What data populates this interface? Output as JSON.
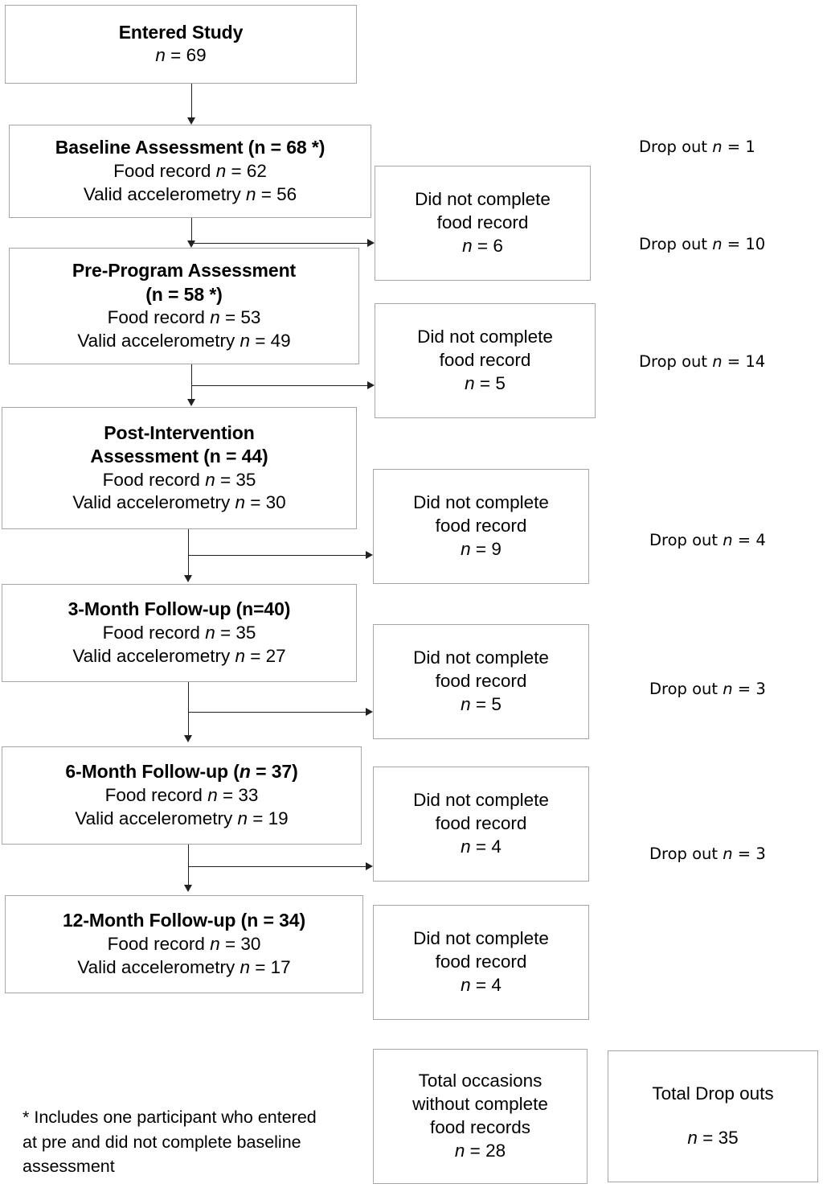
{
  "figure": {
    "type": "flowchart",
    "subject": "Participant flow through study assessments"
  },
  "stages": [
    {
      "id": "entered-study",
      "title": "Entered Study",
      "line2": "n = 69",
      "line3": "",
      "line4": ""
    },
    {
      "id": "baseline-assessment",
      "title": "Baseline Assessment (n = 68 *)",
      "line2": "Food record n = 62",
      "line3": "Valid accelerometry n = 56",
      "line4": ""
    },
    {
      "id": "pre-program-assessment",
      "title": "Pre-Program Assessment",
      "line2": "(n = 58 *)",
      "line3": "Food record n = 53",
      "line4": "Valid accelerometry n = 49"
    },
    {
      "id": "post-intervention-assessment",
      "title": "Post-Intervention",
      "line2": "Assessment (n = 44)",
      "line3": "Food record n = 35",
      "line4": "Valid accelerometry n = 30"
    },
    {
      "id": "three-month-followup",
      "title": "3-Month Follow-up (n=40)",
      "line2": "Food record n = 35",
      "line3": "Valid accelerometry n = 27",
      "line4": ""
    },
    {
      "id": "six-month-followup",
      "title": "6-Month Follow-up (n = 37)",
      "line2": "Food record n = 33",
      "line3": "Valid accelerometry n = 19",
      "line4": ""
    },
    {
      "id": "twelve-month-followup",
      "title": "12-Month Follow-up (n = 34)",
      "line2": "Food record n = 30",
      "line3": "Valid accelerometry n = 17",
      "line4": ""
    }
  ],
  "exclusions": [
    {
      "id": "excl-1",
      "line1": "Did not complete",
      "line2": "food record",
      "line3": "n = 6"
    },
    {
      "id": "excl-2",
      "line1": "Did not complete",
      "line2": "food record",
      "line3": "n = 5"
    },
    {
      "id": "excl-3",
      "line1": "Did not complete",
      "line2": "food record",
      "line3": "n = 9"
    },
    {
      "id": "excl-4",
      "line1": "Did not complete",
      "line2": "food record",
      "line3": "n = 5"
    },
    {
      "id": "excl-5",
      "line1": "Did not complete",
      "line2": "food record",
      "line3": "n = 4"
    },
    {
      "id": "excl-6",
      "line1": "Did not complete",
      "line2": "food record",
      "line3": "n = 4"
    }
  ],
  "dropouts": [
    {
      "id": "dropout-1",
      "label": "Drop out n = 1"
    },
    {
      "id": "dropout-2",
      "label": "Drop out n = 10"
    },
    {
      "id": "dropout-3",
      "label": "Drop out n = 14"
    },
    {
      "id": "dropout-4",
      "label": "Drop out n = 4"
    },
    {
      "id": "dropout-5",
      "label": "Drop out n = 3"
    },
    {
      "id": "dropout-6",
      "label": "Drop out n = 3"
    }
  ],
  "totals": {
    "occasions": {
      "line1": "Total occasions",
      "line2": "without complete",
      "line3": "food records",
      "line4": "n = 28"
    },
    "dropouts": {
      "line1": "Total Drop outs",
      "line2": "n = 35"
    }
  },
  "footnote": {
    "line1": "* Includes one participant who entered",
    "line2": "at pre and did not complete baseline",
    "line3": "assessment"
  },
  "colors": {
    "box_border": "#a6a6a6",
    "connector": "#231f20",
    "text": "#000000",
    "background": "#ffffff"
  }
}
